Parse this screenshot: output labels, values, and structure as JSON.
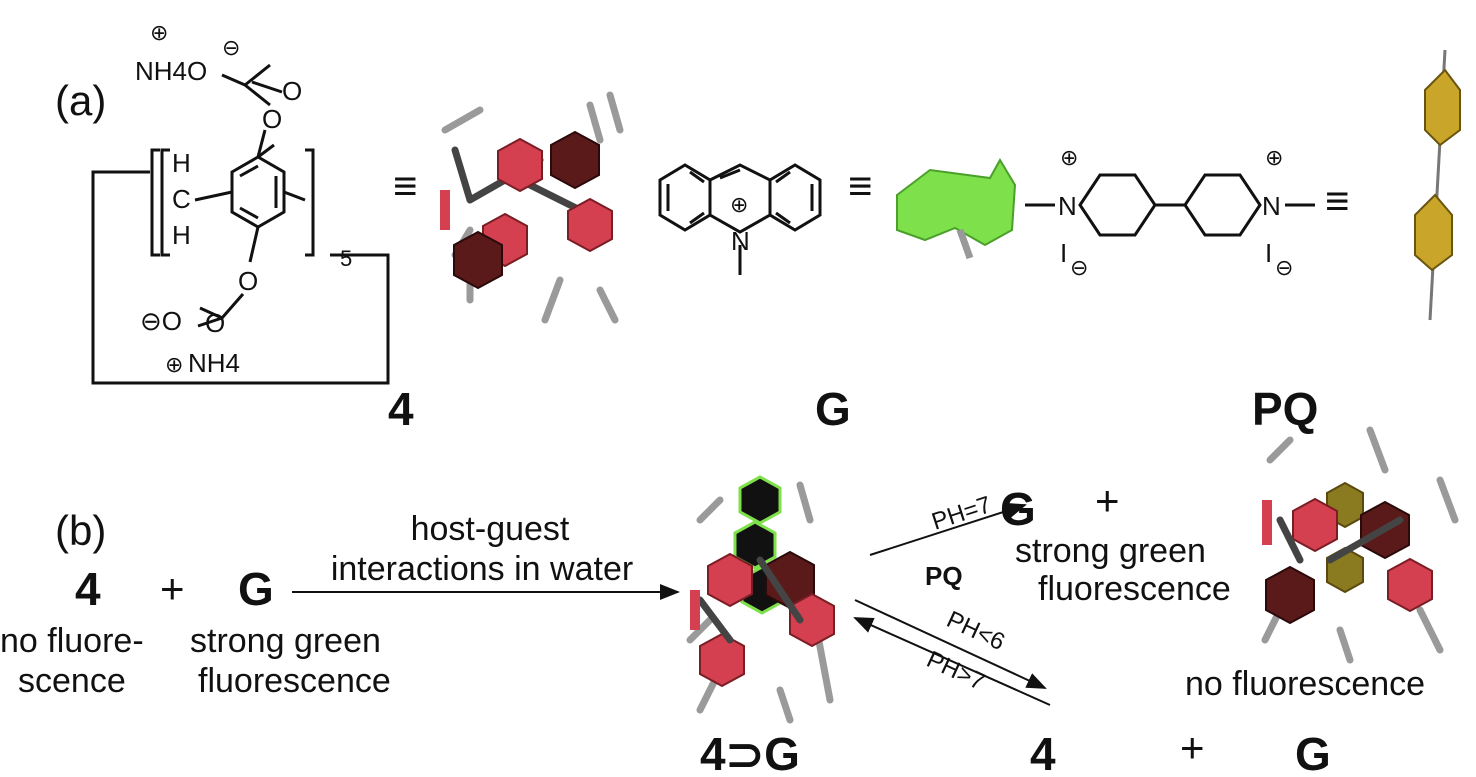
{
  "panel_a": {
    "label": "(a)",
    "host": {
      "top_group": "NH4O",
      "top_plus": "⊕",
      "top_minus": "⊖",
      "carbonyl_o_top": "O",
      "ether_o_top": "O",
      "h_top": "H",
      "c": "C",
      "h_bottom": "H",
      "repeat": "5",
      "ether_o_bottom": "O",
      "bottom_minus": "⊖O",
      "carbonyl_o_bottom": "O",
      "bottom_group": "NH4",
      "bottom_plus": "⊕",
      "name": "4"
    },
    "equiv": "≡",
    "guest": {
      "n": "N",
      "plus": "⊕",
      "name": "G"
    },
    "paraquat": {
      "n_left": "N",
      "n_right": "N",
      "plus": "⊕",
      "iodide": "I",
      "minus": "⊖",
      "name": "PQ"
    }
  },
  "panel_b": {
    "label": "(b)",
    "host_name": "4",
    "plus": "+",
    "guest_name": "G",
    "host_desc": [
      "no fluore-",
      "scence"
    ],
    "guest_desc": [
      "strong green",
      "fluorescence"
    ],
    "arrow_label": [
      "host-guest",
      "interactions in water"
    ],
    "complex_name": "4⊃G",
    "ph7_label": "PH=7",
    "pq_label": "PQ",
    "product_top": {
      "g": "G",
      "plus": "+",
      "desc": [
        "strong green",
        "fluorescence"
      ]
    },
    "complex_pq_desc": "no fluorescence",
    "ph_lt6": "PH<6",
    "ph_gt7": "PH>7",
    "product_bottom": {
      "host": "4",
      "plus": "+",
      "g": "G"
    }
  },
  "colors": {
    "red": "#d4404f",
    "dark_red": "#5a1a1a",
    "green": "#7ee04a",
    "yellow": "#c9a62a",
    "stick": "#9a9a9a"
  }
}
